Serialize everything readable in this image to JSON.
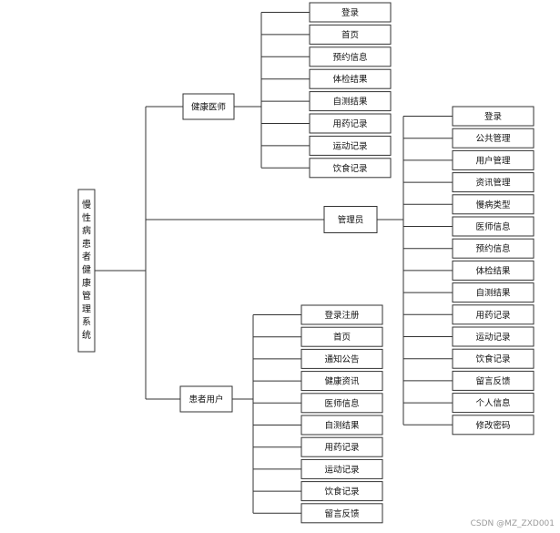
{
  "root": {
    "label": "慢性病患者健康管理系统"
  },
  "branches": [
    {
      "key": "doctor",
      "label": "健康医师",
      "children": [
        "登录",
        "首页",
        "预约信息",
        "体检结果",
        "自测结果",
        "用药记录",
        "运动记录",
        "饮食记录"
      ]
    },
    {
      "key": "admin",
      "label": "管理员",
      "children": [
        "登录",
        "公共管理",
        "用户管理",
        "资讯管理",
        "慢病类型",
        "医师信息",
        "预约信息",
        "体检结果",
        "自测结果",
        "用药记录",
        "运动记录",
        "饮食记录",
        "留言反馈",
        "个人信息",
        "修改密码"
      ]
    },
    {
      "key": "patient",
      "label": "患者用户",
      "children": [
        "登录注册",
        "首页",
        "通知公告",
        "健康资讯",
        "医师信息",
        "自测结果",
        "用药记录",
        "运动记录",
        "饮食记录",
        "留言反馈"
      ]
    }
  ],
  "watermark": "CSDN @MZ_ZXD001"
}
